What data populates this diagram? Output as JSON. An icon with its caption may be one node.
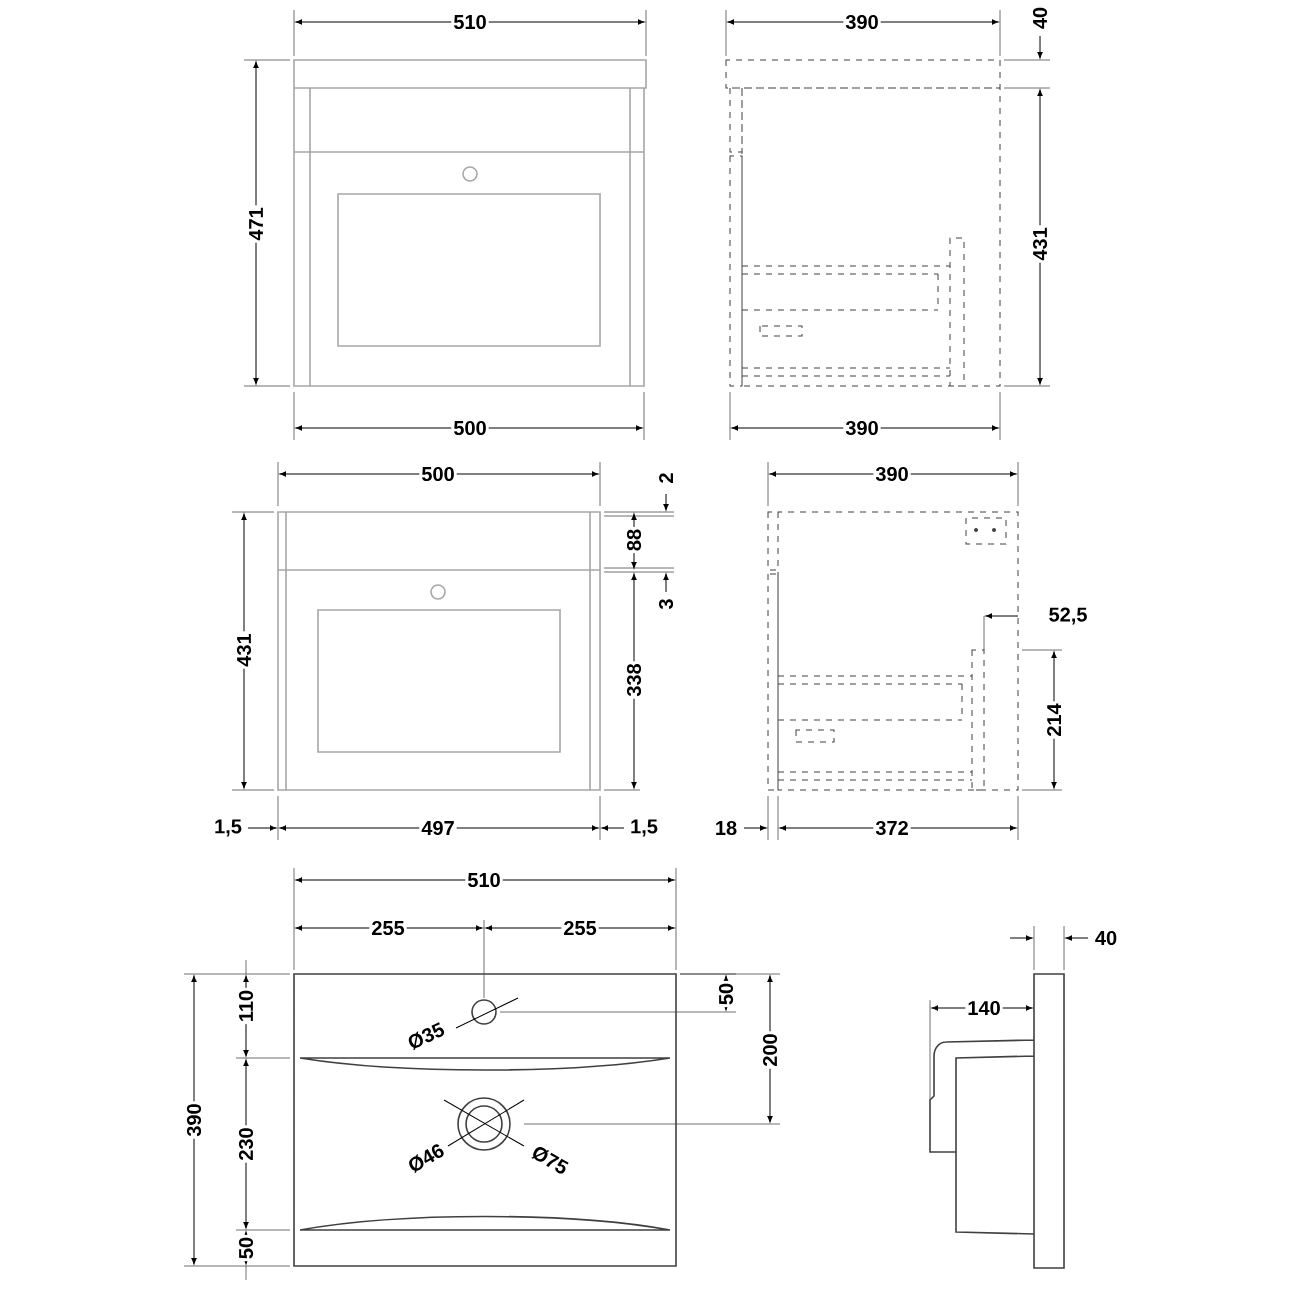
{
  "diagram": {
    "labels": [
      "510",
      "390",
      "40",
      "471",
      "431",
      "500",
      "390",
      "500",
      "2",
      "390",
      "88",
      "3",
      "52,5",
      "431",
      "338",
      "214",
      "1,5",
      "497",
      "1,5",
      "18",
      "372",
      "510",
      "255",
      "255",
      "40",
      "140",
      "110",
      "50",
      "Ø35",
      "200",
      "390",
      "230",
      "Ø46",
      "Ø75",
      "50"
    ]
  }
}
